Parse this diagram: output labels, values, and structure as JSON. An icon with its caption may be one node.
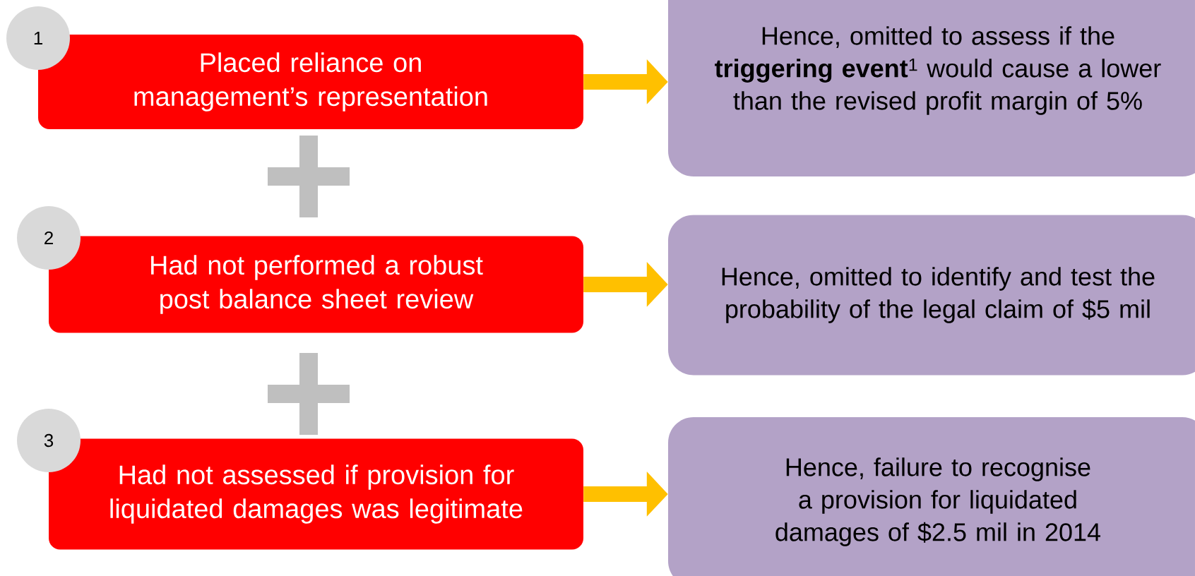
{
  "diagram": {
    "nodes": [
      {
        "text": [
          "1"
        ]
      },
      {
        "text": [
          "Placed reliance on management’s representation"
        ]
      },
      {
        "text": [
          "Hence, omitted to assess if the **triggering event**$^{1}$ would cause a lower than the revised profit margin of 5%"
        ]
      },
      {
        "text": [
          "2"
        ]
      },
      {
        "text": [
          "Had not performed a robust post balance sheet review"
        ]
      },
      {
        "text": [
          "Hence, omitted to identify and test the probability of the legal claim of $5 mil"
        ]
      },
      {
        "text": [
          "3"
        ]
      },
      {
        "text": [
          "Had not assessed if provision for liquidated damages was legitimate"
        ]
      },
      {
        "text": [
          "Hence, failure to recognise a provision for liquidated damages of $2.5 mil in 2014"
        ]
      }
    ],
    "edges": [
      {
        "from": 1,
        "to": 2,
        "arrow": "to"
      },
      {
        "from": 4,
        "to": 5,
        "arrow": "to"
      },
      {
        "from": 7,
        "to": 8,
        "arrow": "to"
      }
    ]
  }
}
